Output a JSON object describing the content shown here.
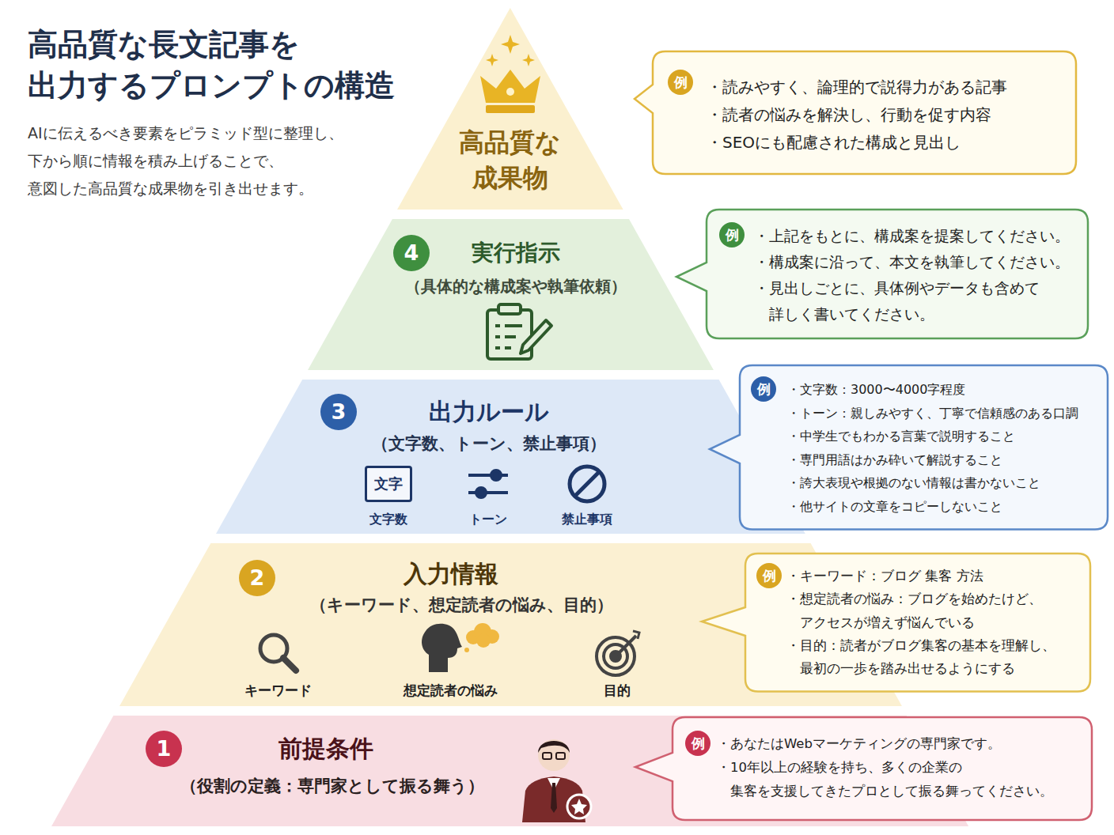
{
  "diagram": {
    "title": "高品質な長文記事を 出力するプロンプトの構造",
    "caption": "AIに伝えるべき要素をピラミッド型に整理し、 下から順に情報を積み上げることで、 意図した高品質な成果物を引き出せます。",
    "nodes": [
      {
        "text": [
          "高品質な 成果物"
        ]
      },
      {
        "text": [
          "・読みやすく、論理的で説得力がある記事",
          "・読者の悩みを解決し、行動を促す内容",
          "・SEOにも配慮された構成と見出し"
        ]
      },
      {
        "text": [
          "例"
        ],
        "in": 1
      },
      {
        "text": [
          "実行指示",
          "（具体的な構成案や執筆依頼）"
        ]
      },
      {
        "text": [
          "4"
        ],
        "in": 3
      },
      {
        "text": [
          "・上記をもとに、構成案を提案してください。",
          "・構成案に沿って、本文を執筆してください。",
          "・見出しごとに、具体例やデータも含めて 詳しく書いてください。"
        ]
      },
      {
        "text": [
          "例"
        ],
        "in": 5
      },
      {
        "text": [
          "出力ルール",
          "（文字数、トーン、禁止事項）",
          "文字数",
          "トーン",
          "禁止事項"
        ]
      },
      {
        "text": [
          "3"
        ],
        "in": 7
      },
      {
        "text": [
          "文字"
        ],
        "in": 7
      },
      {
        "text": [
          "・文字数：3000〜4000字程度",
          "・トーン：親しみやすく、丁寧で信頼感のある口調",
          "・中学生でもわかる言葉で説明すること",
          "・専門用語はかみ砕いて解説すること",
          "・誇大表現や根拠のない情報は書かないこと",
          "・他サイトの文章をコピーしないこと"
        ]
      },
      {
        "text": [
          "例"
        ],
        "in": 10
      },
      {
        "text": [
          "入力情報",
          "（キーワード、想定読者の悩み、目的）",
          "キーワード",
          "想定読者の悩み",
          "目的"
        ]
      },
      {
        "text": [
          "2"
        ],
        "in": 12
      },
      {
        "text": [
          "・キーワード：ブログ 集客 方法",
          "・想定読者の悩み：ブログを始めたけど、 アクセスが増えず悩んでいる",
          "・目的：読者がブログ集客の基本を理解し、 最初の一歩を踏み出せるようにする"
        ]
      },
      {
        "text": [
          "例"
        ],
        "in": 14
      },
      {
        "text": [
          "前提条件",
          "（役割の定義：専門家として振る舞う）"
        ]
      },
      {
        "text": [
          "1"
        ],
        "in": 16
      },
      {
        "text": [
          "・あなたはWebマーケティングの専門家です。",
          "・10年以上の経験を持ち、多くの企業の 集客を支援してきたプロとして振る舞ってください。"
        ]
      },
      {
        "text": [
          "例"
        ],
        "in": 18
      }
    ]
  }
}
